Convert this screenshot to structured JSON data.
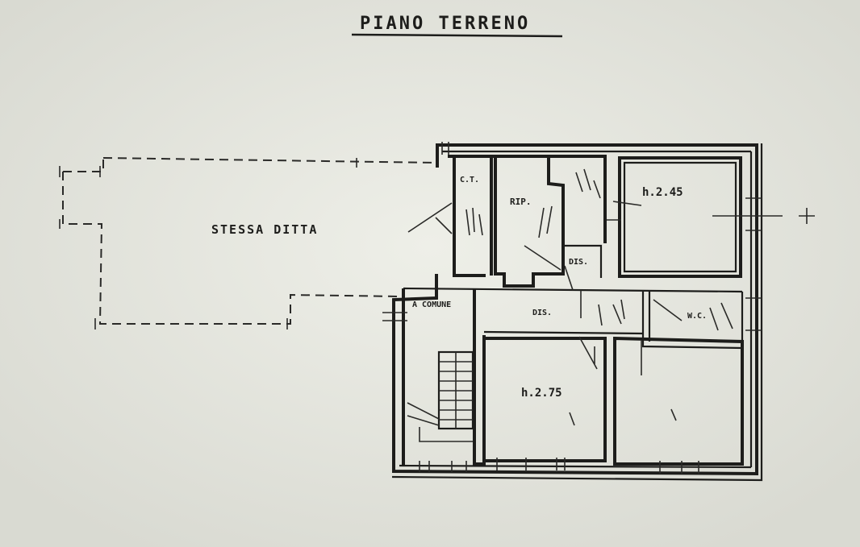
{
  "title": "PIANO TERRENO",
  "labels": {
    "stessa_ditta": "STESSA   DITTA",
    "ct": "C.T.",
    "rip": "RIP.",
    "h245": "h.2.45",
    "dis_small": "DIS.",
    "a_comune": "A COMUNE",
    "dis": "DIS.",
    "wc": "W.C.",
    "h275": "h.2.75"
  },
  "colors": {
    "paper": "#e4e5dd",
    "ink": "#1d1d1b"
  }
}
